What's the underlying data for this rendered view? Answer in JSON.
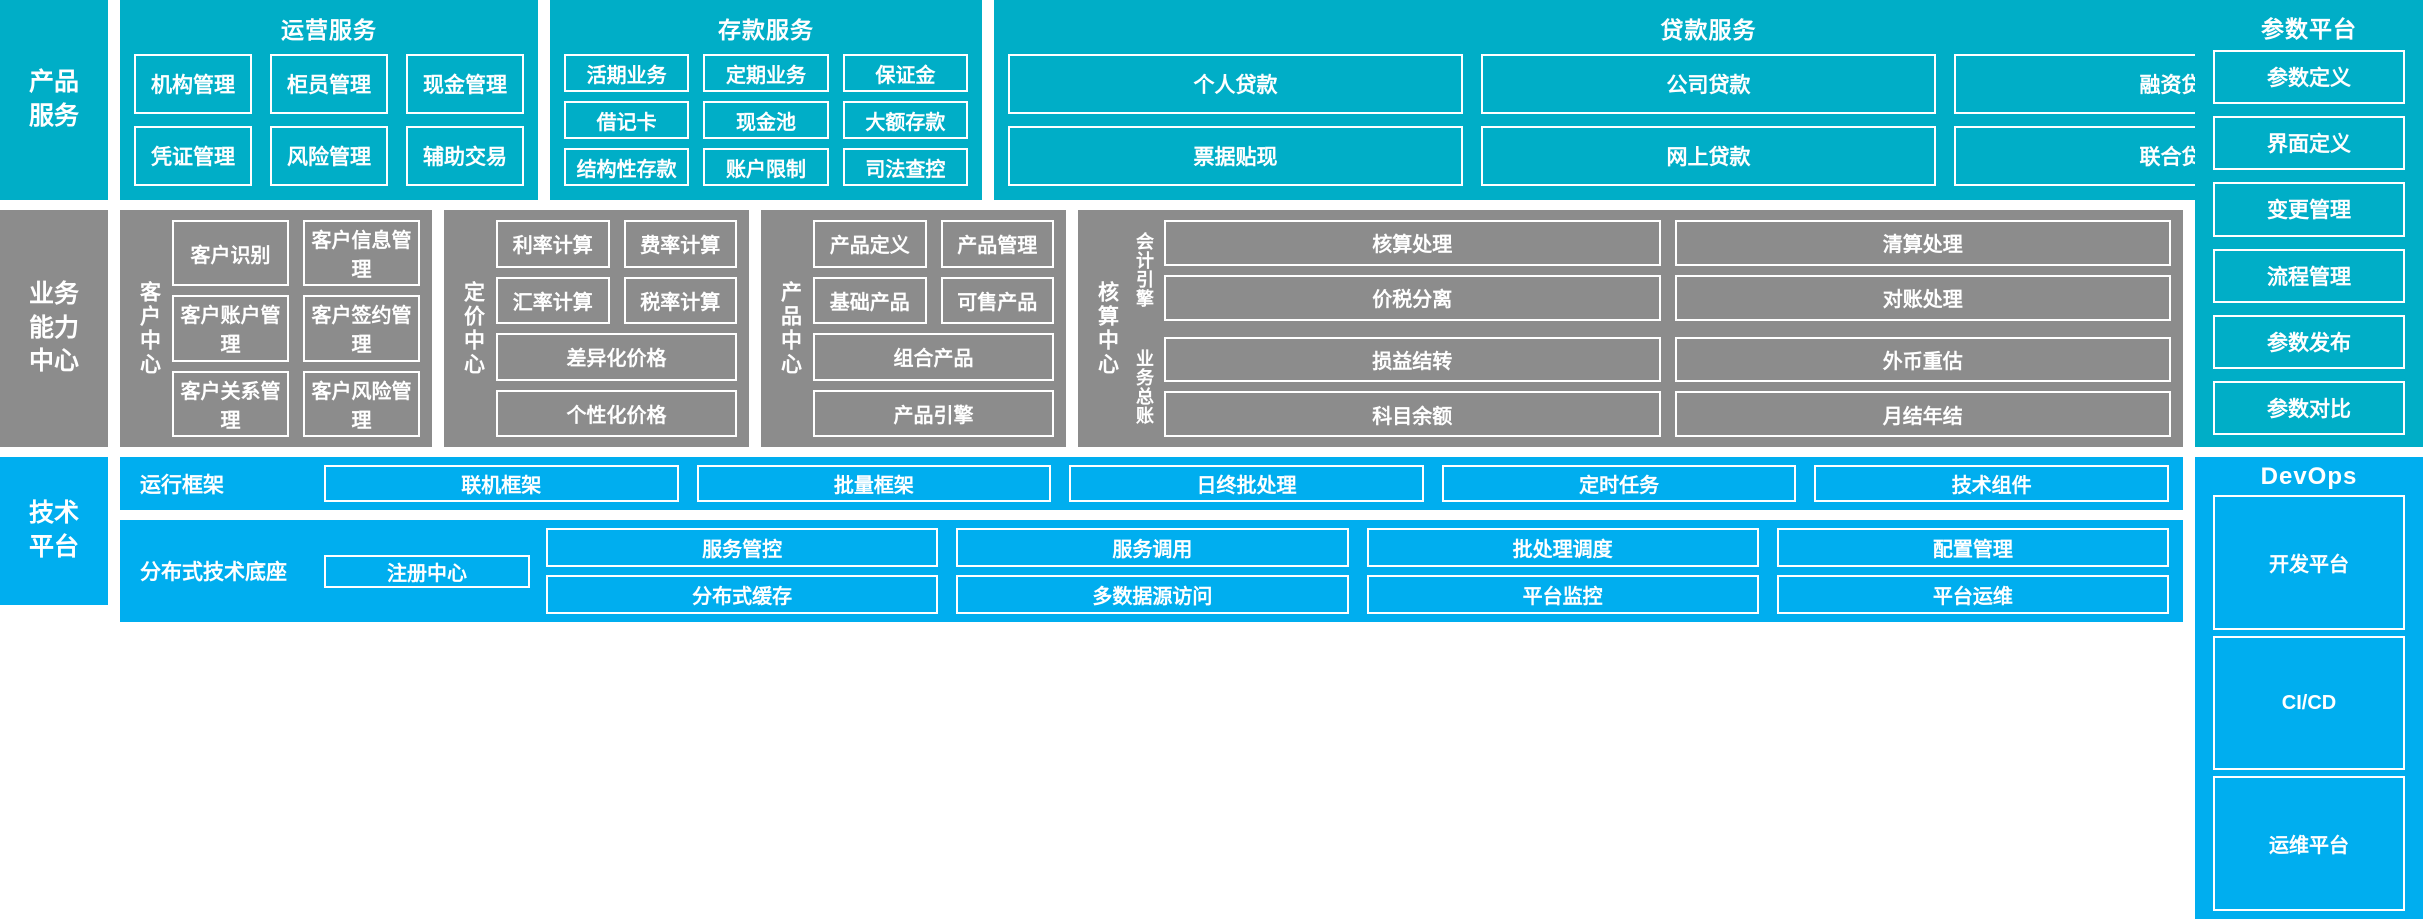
{
  "rows": {
    "product_service": {
      "label": "产品\n服务"
    },
    "business_capability": {
      "label": "业务\n能力\n中心"
    },
    "tech_platform": {
      "label": "技术\n平台"
    }
  },
  "product_service": {
    "groups": [
      {
        "title": "运营服务",
        "items": [
          "机构管理",
          "柜员管理",
          "现金管理",
          "凭证管理",
          "风险管理",
          "辅助交易"
        ]
      },
      {
        "title": "存款服务",
        "items": [
          "活期业务",
          "定期业务",
          "保证金",
          "借记卡",
          "现金池",
          "大额存款",
          "结构性存款",
          "账户限制",
          "司法查控"
        ]
      },
      {
        "title": "贷款服务",
        "items": [
          "个人贷款",
          "公司贷款",
          "融资贷款",
          "票据贴现",
          "网上贷款",
          "联合贷款"
        ]
      }
    ]
  },
  "business_capability": {
    "centers": [
      {
        "label": "客户中心",
        "rows": [
          [
            "客户识别",
            "客户信息管理"
          ],
          [
            "客户账户管理",
            "客户签约管理"
          ],
          [
            "客户关系管理",
            "客户风险管理"
          ]
        ]
      },
      {
        "label": "定价中心",
        "rows": [
          [
            "利率计算",
            "费率计算"
          ],
          [
            "汇率计算",
            "税率计算"
          ],
          [
            "差异化价格"
          ],
          [
            "个性化价格"
          ]
        ]
      },
      {
        "label": "产品中心",
        "rows": [
          [
            "产品定义",
            "产品管理"
          ],
          [
            "基础产品",
            "可售产品"
          ],
          [
            "组合产品"
          ],
          [
            "产品引擎"
          ]
        ]
      },
      {
        "label": "核算中心",
        "sub_groups": [
          {
            "label": "会计引擎",
            "rows": [
              [
                "核算处理",
                "清算处理"
              ],
              [
                "价税分离",
                "对账处理"
              ]
            ]
          },
          {
            "label": "业务总账",
            "rows": [
              [
                "损益结转",
                "外币重估"
              ],
              [
                "科目余额",
                "月结年结"
              ]
            ]
          }
        ]
      }
    ]
  },
  "tech_platform": {
    "bands": [
      {
        "name": "运行框架",
        "items": [
          "联机框架",
          "批量框架",
          "日终批处理",
          "定时任务",
          "技术组件"
        ]
      },
      {
        "name": "分布式技术底座",
        "feature": "注册中心",
        "items": [
          "服务管控",
          "服务调用",
          "批处理调度",
          "配置管理",
          "分布式缓存",
          "多数据源访问",
          "平台监控",
          "平台运维"
        ]
      }
    ]
  },
  "right_column": {
    "param_platform": {
      "title": "参数平台",
      "items": [
        "参数定义",
        "界面定义",
        "变更管理",
        "流程管理",
        "参数发布",
        "参数对比"
      ]
    },
    "devops": {
      "title": "DevOps",
      "items": [
        "开发平台",
        "CI/CD",
        "运维平台"
      ]
    }
  },
  "colors": {
    "teal": "#00AEC7",
    "gray": "#8C8C8C",
    "blue": "#00AEEF",
    "outline": "#FFFFFF"
  }
}
